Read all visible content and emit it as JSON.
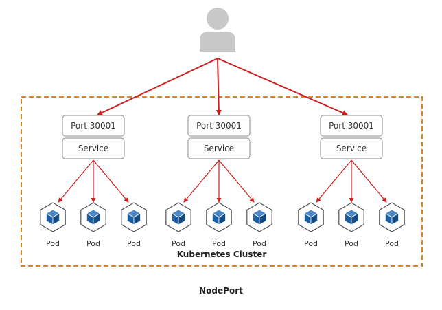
{
  "diagram": {
    "user": {
      "icon": "user-icon"
    },
    "nodes": [
      {
        "port_label": "Port 30001",
        "service_label": "Service",
        "pods": [
          "Pod",
          "Pod",
          "Pod"
        ]
      },
      {
        "port_label": "Port 30001",
        "service_label": "Service",
        "pods": [
          "Pod",
          "Pod",
          "Pod"
        ]
      },
      {
        "port_label": "Port 30001",
        "service_label": "Service",
        "pods": [
          "Pod",
          "Pod",
          "Pod"
        ]
      }
    ],
    "cluster_label": "Kubernetes Cluster",
    "caption": "NodePort",
    "colors": {
      "arrow": "#cc1f1f",
      "cluster_border": "#d9832b",
      "pod_cube": "#1d5fa3",
      "user": "#c8c8c8",
      "box_border": "#8c8c8c"
    }
  }
}
